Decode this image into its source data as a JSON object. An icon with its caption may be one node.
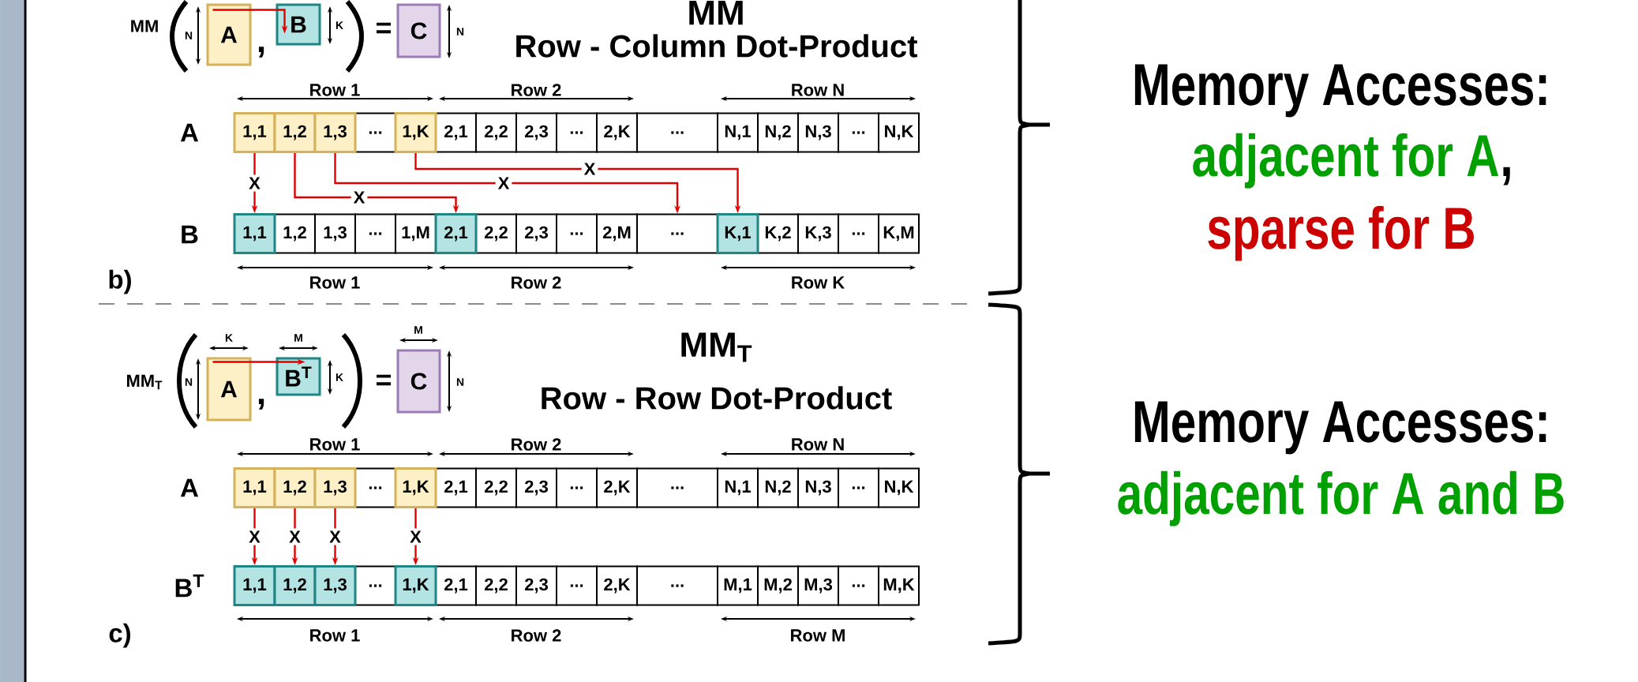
{
  "diagram": {
    "nodes": [
      {
        "text": [
          "A"
        ]
      },
      {
        "text": [
          "B"
        ]
      },
      {
        "text": [
          "C"
        ]
      },
      {
        "text": [
          "1,1"
        ]
      },
      {
        "text": [
          "1,2"
        ]
      },
      {
        "text": [
          "1,3"
        ]
      },
      {
        "text": [
          "..."
        ]
      },
      {
        "text": [
          "1,K"
        ]
      },
      {
        "text": [
          "2,1"
        ]
      },
      {
        "text": [
          "2,2"
        ]
      },
      {
        "text": [
          "2,3"
        ]
      },
      {
        "text": [
          "..."
        ]
      },
      {
        "text": [
          "2,K"
        ]
      },
      {
        "text": [
          "..."
        ]
      },
      {
        "text": [
          "N,1"
        ]
      },
      {
        "text": [
          "N,2"
        ]
      },
      {
        "text": [
          "N,3"
        ]
      },
      {
        "text": [
          "..."
        ]
      },
      {
        "text": [
          "N,K"
        ]
      },
      {
        "text": [
          "1,1"
        ]
      },
      {
        "text": [
          "1,2"
        ]
      },
      {
        "text": [
          "1,3"
        ]
      },
      {
        "text": [
          "..."
        ]
      },
      {
        "text": [
          "1,M"
        ]
      },
      {
        "text": [
          "2,1"
        ]
      },
      {
        "text": [
          "2,2"
        ]
      },
      {
        "text": [
          "2,3"
        ]
      },
      {
        "text": [
          "..."
        ]
      },
      {
        "text": [
          "2,M"
        ]
      },
      {
        "text": [
          "..."
        ]
      },
      {
        "text": [
          "K,1"
        ]
      },
      {
        "text": [
          "K,2"
        ]
      },
      {
        "text": [
          "K,3"
        ]
      },
      {
        "text": [
          "..."
        ]
      },
      {
        "text": [
          "K,M"
        ]
      },
      {
        "text": [
          "A"
        ]
      },
      {
        "text": [
          "B$^{T}$"
        ]
      },
      {
        "text": [
          "C"
        ]
      },
      {
        "text": [
          "1,1"
        ]
      },
      {
        "text": [
          "1,2"
        ]
      },
      {
        "text": [
          "1,3"
        ]
      },
      {
        "text": [
          "..."
        ]
      },
      {
        "text": [
          "1,K"
        ]
      },
      {
        "text": [
          "2,1"
        ]
      },
      {
        "text": [
          "2,2"
        ]
      },
      {
        "text": [
          "2,3"
        ]
      },
      {
        "text": [
          "..."
        ]
      },
      {
        "text": [
          "2,K"
        ]
      },
      {
        "text": [
          "..."
        ]
      },
      {
        "text": [
          "N,1"
        ]
      },
      {
        "text": [
          "N,2"
        ]
      },
      {
        "text": [
          "N,3"
        ]
      },
      {
        "text": [
          "..."
        ]
      },
      {
        "text": [
          "N,K"
        ]
      },
      {
        "text": [
          "1,1"
        ]
      },
      {
        "text": [
          "1,2"
        ]
      },
      {
        "text": [
          "1,3"
        ]
      },
      {
        "text": [
          "..."
        ]
      },
      {
        "text": [
          "1,K"
        ]
      },
      {
        "text": [
          "2,1"
        ]
      },
      {
        "text": [
          "2,2"
        ]
      },
      {
        "text": [
          "2,3"
        ]
      },
      {
        "text": [
          "..."
        ]
      },
      {
        "text": [
          "2,K"
        ]
      },
      {
        "text": [
          "..."
        ]
      },
      {
        "text": [
          "M,1"
        ]
      },
      {
        "text": [
          "M,2"
        ]
      },
      {
        "text": [
          "M,3"
        ]
      },
      {
        "text": [
          "..."
        ]
      },
      {
        "text": [
          "M,K"
        ]
      }
    ],
    "edges": [
      {
        "from": 0,
        "to": 1,
        "arrow": "to"
      },
      {
        "from": 3,
        "to": 19,
        "arrow": "to",
        "label": "X"
      },
      {
        "from": 4,
        "to": 24,
        "arrow": "to",
        "label": "X"
      },
      {
        "from": 5,
        "to": 29,
        "arrow": "to",
        "label": "X"
      },
      {
        "from": 7,
        "to": 30,
        "arrow": "to",
        "label": "X"
      },
      {
        "from": 35,
        "to": 36,
        "arrow": "to"
      },
      {
        "from": 38,
        "to": 54,
        "arrow": "to",
        "label": "X"
      },
      {
        "from": 39,
        "to": 55,
        "arrow": "to",
        "label": "X"
      },
      {
        "from": 40,
        "to": 56,
        "arrow": "to",
        "label": "X"
      },
      {
        "from": 42,
        "to": 58,
        "arrow": "to",
        "label": "X"
      }
    ],
    "labels": [
      "MM",
      "N",
      ",",
      "K",
      "=",
      "N",
      "MM",
      "Row - Column Dot-Product",
      "Row 1",
      "Row 2",
      "Row N",
      "A",
      "B",
      "Row 1",
      "Row 2",
      "Row K",
      "b)",
      "Memory Accesses:",
      "adjacent for A",
      ",",
      "sparse for B",
      "MM$_{T}$",
      "K",
      "M",
      "M",
      "N",
      ",",
      "K",
      "=",
      "N",
      "MM$_{T}$",
      "Row - Row Dot-Product",
      "Row 1",
      "Row 2",
      "Row N",
      "A",
      "B$^{T}$",
      "Row 1",
      "Row 2",
      "Row M",
      "c)",
      "Memory Accesses:",
      "adjacent for A and B"
    ]
  }
}
